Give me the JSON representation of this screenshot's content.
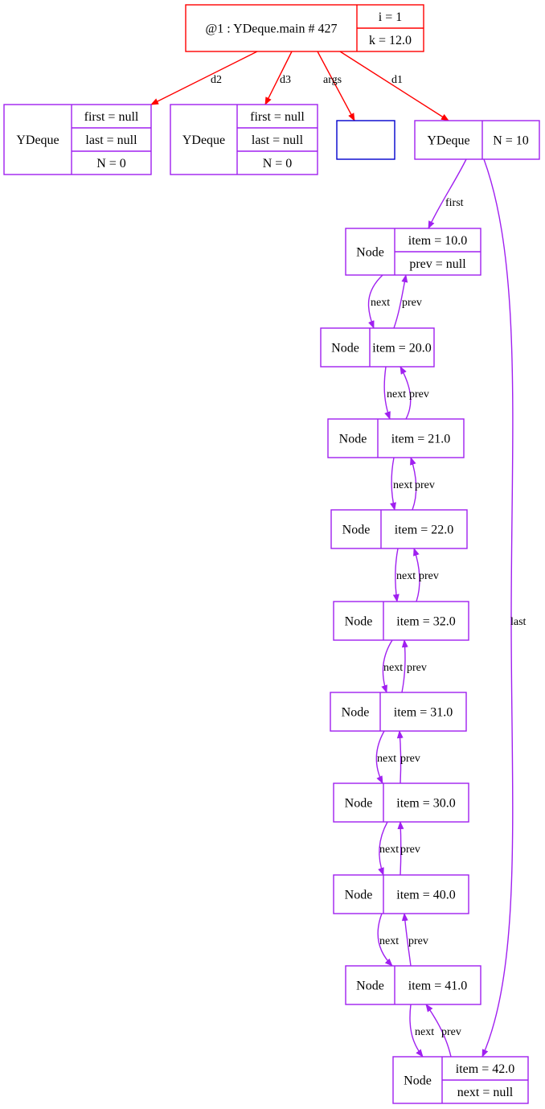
{
  "colors": {
    "frame": "#ff0000",
    "object": "#a020f0",
    "array": "#0000cd",
    "frame_edge": "#ff0000",
    "object_edge": "#a020f0",
    "text": "#000000"
  },
  "nodes": [
    {
      "id": "frame",
      "kind": "frame",
      "title": "@1 : YDeque.main # 427",
      "fields": [
        "i = 1",
        "k = 12.0"
      ]
    },
    {
      "id": "d2obj",
      "kind": "object",
      "title": "YDeque",
      "fields": [
        "first = null",
        "last = null",
        "N = 0"
      ]
    },
    {
      "id": "d3obj",
      "kind": "object",
      "title": "YDeque",
      "fields": [
        "first = null",
        "last = null",
        "N = 0"
      ]
    },
    {
      "id": "argsarr",
      "kind": "array",
      "title": "",
      "fields": []
    },
    {
      "id": "d1obj",
      "kind": "object",
      "title": "YDeque",
      "fields": [
        "N = 10"
      ]
    },
    {
      "id": "n1",
      "kind": "object",
      "title": "Node",
      "fields": [
        "item = 10.0",
        "prev = null"
      ]
    },
    {
      "id": "n2",
      "kind": "object",
      "title": "Node",
      "fields": [
        "item = 20.0"
      ]
    },
    {
      "id": "n3",
      "kind": "object",
      "title": "Node",
      "fields": [
        "item = 21.0"
      ]
    },
    {
      "id": "n4",
      "kind": "object",
      "title": "Node",
      "fields": [
        "item = 22.0"
      ]
    },
    {
      "id": "n5",
      "kind": "object",
      "title": "Node",
      "fields": [
        "item = 32.0"
      ]
    },
    {
      "id": "n6",
      "kind": "object",
      "title": "Node",
      "fields": [
        "item = 31.0"
      ]
    },
    {
      "id": "n7",
      "kind": "object",
      "title": "Node",
      "fields": [
        "item = 30.0"
      ]
    },
    {
      "id": "n8",
      "kind": "object",
      "title": "Node",
      "fields": [
        "item = 40.0"
      ]
    },
    {
      "id": "n9",
      "kind": "object",
      "title": "Node",
      "fields": [
        "item = 41.0"
      ]
    },
    {
      "id": "n10",
      "kind": "object",
      "title": "Node",
      "fields": [
        "item = 42.0",
        "next = null"
      ]
    }
  ],
  "edges": [
    {
      "id": "e-d2",
      "kind": "frame",
      "label": "d2"
    },
    {
      "id": "e-d3",
      "kind": "frame",
      "label": "d3"
    },
    {
      "id": "e-args",
      "kind": "frame",
      "label": "args"
    },
    {
      "id": "e-d1",
      "kind": "frame",
      "label": "d1"
    },
    {
      "id": "e-first",
      "kind": "object",
      "label": "first"
    },
    {
      "id": "e-last",
      "kind": "object",
      "label": "last"
    },
    {
      "id": "e-n1-next",
      "kind": "object",
      "label": "next"
    },
    {
      "id": "e-n2-prev",
      "kind": "object",
      "label": "prev"
    },
    {
      "id": "e-n2-next",
      "kind": "object",
      "label": "next"
    },
    {
      "id": "e-n3-prev",
      "kind": "object",
      "label": "prev"
    },
    {
      "id": "e-n3-next",
      "kind": "object",
      "label": "next"
    },
    {
      "id": "e-n4-prev",
      "kind": "object",
      "label": "prev"
    },
    {
      "id": "e-n4-next",
      "kind": "object",
      "label": "next"
    },
    {
      "id": "e-n5-prev",
      "kind": "object",
      "label": "prev"
    },
    {
      "id": "e-n5-next",
      "kind": "object",
      "label": "next"
    },
    {
      "id": "e-n6-prev",
      "kind": "object",
      "label": "prev"
    },
    {
      "id": "e-n6-next",
      "kind": "object",
      "label": "next"
    },
    {
      "id": "e-n7-prev",
      "kind": "object",
      "label": "prev"
    },
    {
      "id": "e-n7-next",
      "kind": "object",
      "label": "next"
    },
    {
      "id": "e-n8-prev",
      "kind": "object",
      "label": "prev"
    },
    {
      "id": "e-n8-next",
      "kind": "object",
      "label": "next"
    },
    {
      "id": "e-n9-prev",
      "kind": "object",
      "label": "prev"
    },
    {
      "id": "e-n9-next",
      "kind": "object",
      "label": "next"
    },
    {
      "id": "e-n10-prev",
      "kind": "object",
      "label": "prev"
    }
  ]
}
